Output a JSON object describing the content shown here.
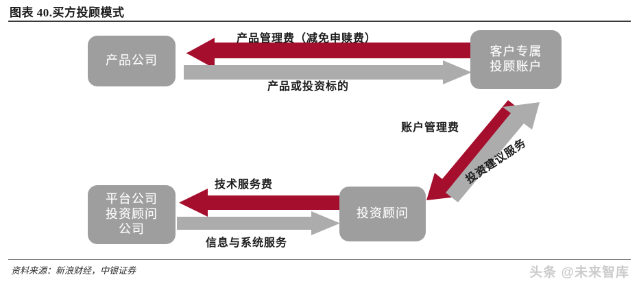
{
  "figure": {
    "title": "图表 40.买方投顾模式",
    "source": "资料来源：新浪财经，中银证券",
    "watermark": "头条 @未来智库"
  },
  "colors": {
    "red_arrow": "#A50E2D",
    "gray_arrow": "#ACACAC",
    "node_fill": "#9E9E9E",
    "node_text": "#FFFFFF",
    "rule": "#3A3A3A"
  },
  "nodes": [
    {
      "id": "product-company",
      "label": "产品公司"
    },
    {
      "id": "client-account",
      "label": "客户专属\n投顾账户"
    },
    {
      "id": "platform-company",
      "label": "平台公司\n投资顾问\n公司"
    },
    {
      "id": "investment-advisor",
      "label": "投资顾问"
    }
  ],
  "flows": [
    {
      "id": "product-management-fee",
      "label": "产品管理费（减免申赎费）",
      "color": "red",
      "from": "client-account",
      "to": "product-company"
    },
    {
      "id": "product-or-asset",
      "label": "产品或投资标的",
      "color": "gray",
      "from": "product-company",
      "to": "client-account"
    },
    {
      "id": "account-management-fee",
      "label": "账户管理费",
      "color": "red",
      "from": "client-account",
      "to": "investment-advisor"
    },
    {
      "id": "investment-advice",
      "label": "投资建议服务",
      "color": "gray",
      "from": "investment-advisor",
      "to": "client-account"
    },
    {
      "id": "technical-service-fee",
      "label": "技术服务费",
      "color": "red",
      "from": "investment-advisor",
      "to": "platform-company"
    },
    {
      "id": "info-system-service",
      "label": "信息与系统服务",
      "color": "gray",
      "from": "platform-company",
      "to": "investment-advisor"
    }
  ]
}
